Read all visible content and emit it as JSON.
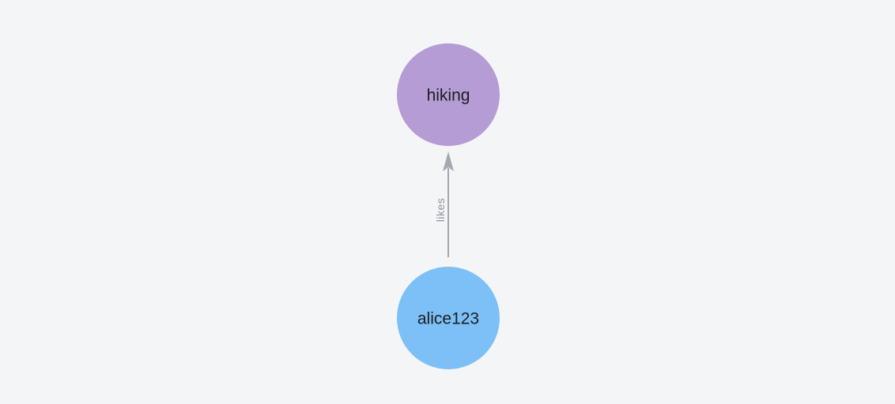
{
  "graph": {
    "background": "#f4f5f6",
    "nodes": [
      {
        "id": "hiking",
        "label": "hiking",
        "fill": "#b59cd4",
        "text_color": "#1d1d1f"
      },
      {
        "id": "alice123",
        "label": "alice123",
        "fill": "#7cc0f7",
        "text_color": "#1d1d1f"
      }
    ],
    "edges": [
      {
        "from": "alice123",
        "to": "hiking",
        "label": "likes",
        "directed": true,
        "stroke": "#a4a8b0",
        "label_color": "#8d919a"
      }
    ]
  }
}
